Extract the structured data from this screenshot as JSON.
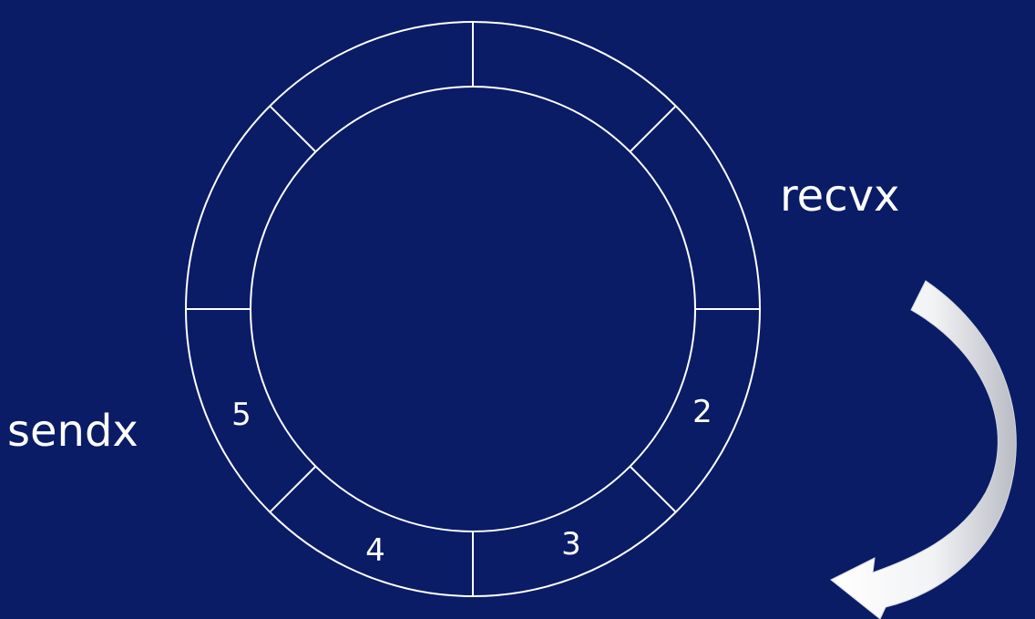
{
  "labels": {
    "recvx": "recvx",
    "sendx": "sendx"
  },
  "slots": [
    {
      "index": 0,
      "value": ""
    },
    {
      "index": 1,
      "value": ""
    },
    {
      "index": 2,
      "value": ""
    },
    {
      "index": 3,
      "value": "2"
    },
    {
      "index": 4,
      "value": "3"
    },
    {
      "index": 5,
      "value": "4"
    },
    {
      "index": 6,
      "value": "5"
    },
    {
      "index": 7,
      "value": ""
    }
  ],
  "colors": {
    "background": "#0a1c66",
    "stroke": "#ffffff",
    "arrow": "#ffffff",
    "arrow_shade": "#b9bcc4"
  }
}
